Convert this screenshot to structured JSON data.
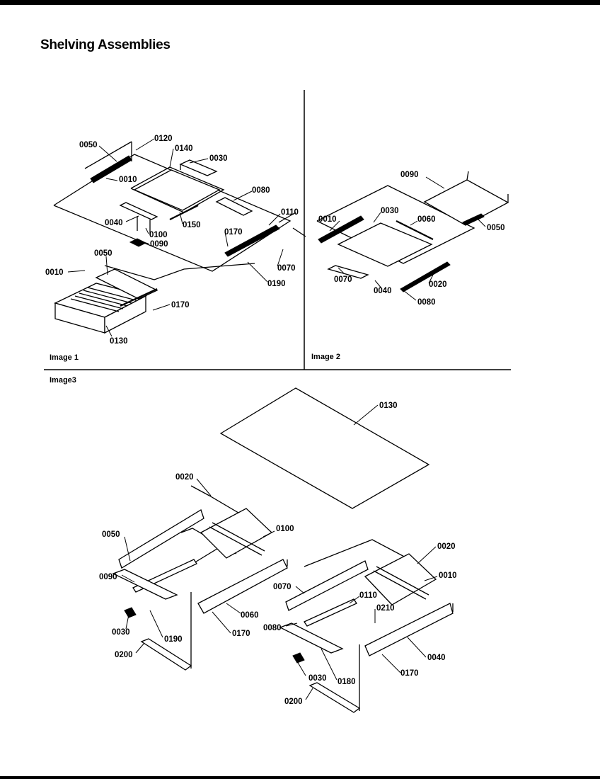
{
  "title": "Shelving Assemblies",
  "captions": {
    "image1": "Image 1",
    "image2": "Image 2",
    "image3": "Image3"
  },
  "image1_labels": [
    "0050",
    "0120",
    "0140",
    "0030",
    "0010",
    "0080",
    "0110",
    "0040",
    "0150",
    "0100",
    "0090",
    "0170",
    "0070",
    "0190",
    "0050",
    "0010",
    "0170",
    "0130"
  ],
  "image2_labels": [
    "0090",
    "0010",
    "0030",
    "0060",
    "0050",
    "0070",
    "0040",
    "0020",
    "0080"
  ],
  "image3_labels": [
    "0130",
    "0020",
    "0050",
    "0100",
    "0090",
    "0020",
    "0010",
    "0070",
    "0110",
    "0210",
    "0060",
    "0030",
    "0190",
    "0170",
    "0080",
    "0200",
    "0030",
    "0180",
    "0170",
    "0040",
    "0200"
  ]
}
